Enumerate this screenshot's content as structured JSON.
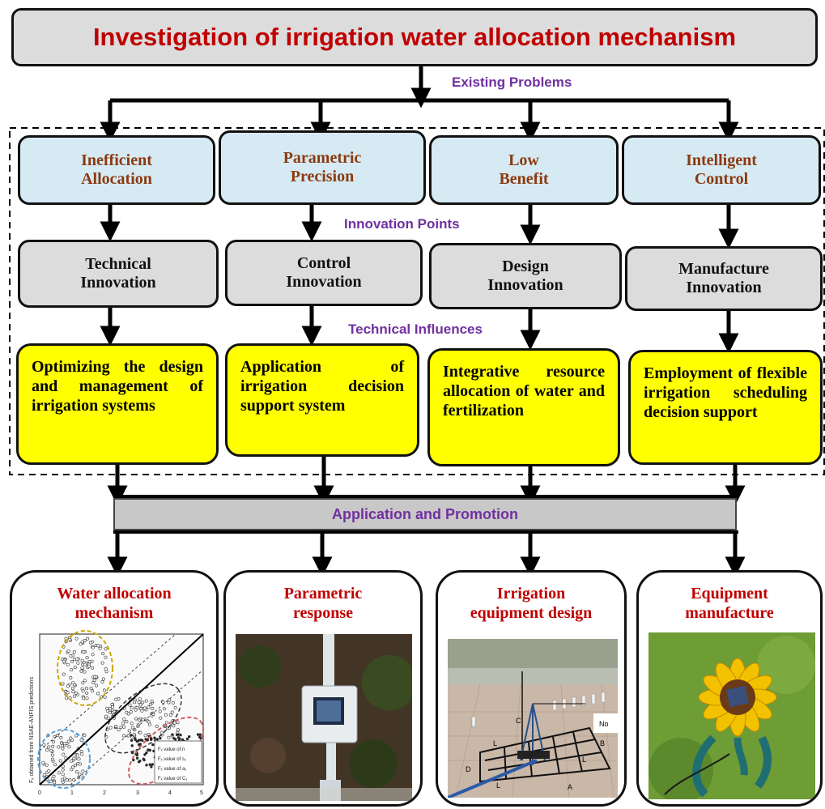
{
  "title": "Investigation of irrigation water allocation mechanism",
  "labels": {
    "existing_problems": "Existing Problems",
    "innovation_points": "Innovation Points",
    "technical_influences": "Technical Influences",
    "application_promotion": "Application and Promotion"
  },
  "problems": [
    "Inefficient\nAllocation",
    "Parametric\nPrecision",
    "Low\nBenefit",
    "Intelligent\nControl"
  ],
  "innovations": [
    "Technical\nInnovation",
    "Control\nInnovation",
    "Design\nInnovation",
    "Manufacture\nInnovation"
  ],
  "influences": [
    "Optimizing the design and management of irrigation systems",
    "Application of irrigation decision support system",
    "Integrative resource allocation of water and fertilization",
    "Employment of flexible irrigation scheduling decision support"
  ],
  "applications": [
    "Water allocation\nmechanism",
    "Parametric\nresponse",
    "Irrigation\nequipment design",
    "Equipment\nmanufacture"
  ],
  "photo_labels": {
    "grid_no": "No",
    "grid_b": "B",
    "grid_c": "C",
    "grid_d": "D",
    "grid_l1": "L",
    "grid_l2": "L",
    "grid_l3": "L",
    "grid_a": "A"
  },
  "scatter_plot": {
    "ylabel": "Fₓ obtained from NSAE-ANFIS predictions",
    "ticks": [
      "0",
      "1",
      "2",
      "3",
      "4",
      "5"
    ],
    "legend": [
      "Fₓ value of n",
      "Fₓ value of s₁",
      "Fₓ value of a₁",
      "Fₓ value of C₁"
    ]
  },
  "colors": {
    "title_red": "#c00000",
    "label_purple": "#7030a0",
    "problem_fill": "#d6eaf4",
    "problem_text": "#8b3a0f",
    "innovation_fill": "#dcdcdc",
    "influence_fill": "#ffff00"
  }
}
